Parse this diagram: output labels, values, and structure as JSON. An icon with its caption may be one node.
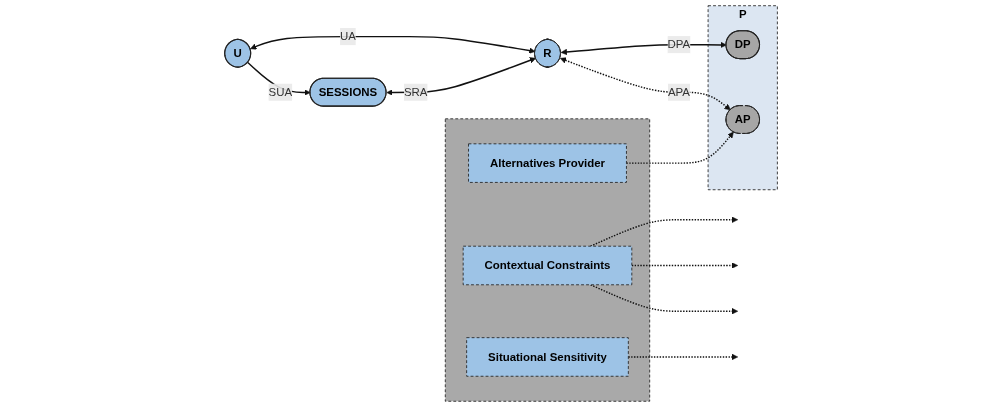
{
  "diagram": {
    "nodes": [
      {
        "text": [
          "U"
        ]
      },
      {
        "text": [
          "R"
        ]
      },
      {
        "text": [
          "P"
        ]
      },
      {
        "text": [
          "DP"
        ],
        "in": 2
      },
      {
        "text": [
          "AP"
        ],
        "in": 2
      },
      {
        "text": [
          "SESSIONS"
        ]
      },
      {
        "text": [],
        "shape": "box"
      },
      {
        "text": [
          "Contextual Constraints"
        ],
        "in": 6
      },
      {
        "text": [
          "Situational Sensitivity"
        ],
        "in": 6
      },
      {
        "text": [
          "Alternatives Provider"
        ],
        "in": 6
      }
    ],
    "edges": [
      {
        "from": 0,
        "to": 1,
        "arrow": "both",
        "label": "UA"
      },
      {
        "from": 1,
        "to": 3,
        "arrow": "both",
        "label": "DPA"
      },
      {
        "from": 1,
        "to": 4,
        "arrow": "both",
        "label": "APA",
        "style": "dashed"
      },
      {
        "from": 0,
        "to": 5,
        "arrow": "to",
        "label": "SUA"
      },
      {
        "from": 5,
        "to": 1,
        "arrow": "both",
        "label": "SRA"
      },
      {
        "from": 7,
        "to": null,
        "arrow": "to",
        "style": "dashed"
      },
      {
        "from": 7,
        "to": null,
        "arrow": "to",
        "style": "dashed"
      },
      {
        "from": 7,
        "to": null,
        "arrow": "to",
        "style": "dashed"
      },
      {
        "from": 8,
        "to": null,
        "arrow": "to",
        "style": "dashed"
      },
      {
        "from": 9,
        "to": 4,
        "arrow": "to",
        "style": "dashed"
      }
    ]
  }
}
